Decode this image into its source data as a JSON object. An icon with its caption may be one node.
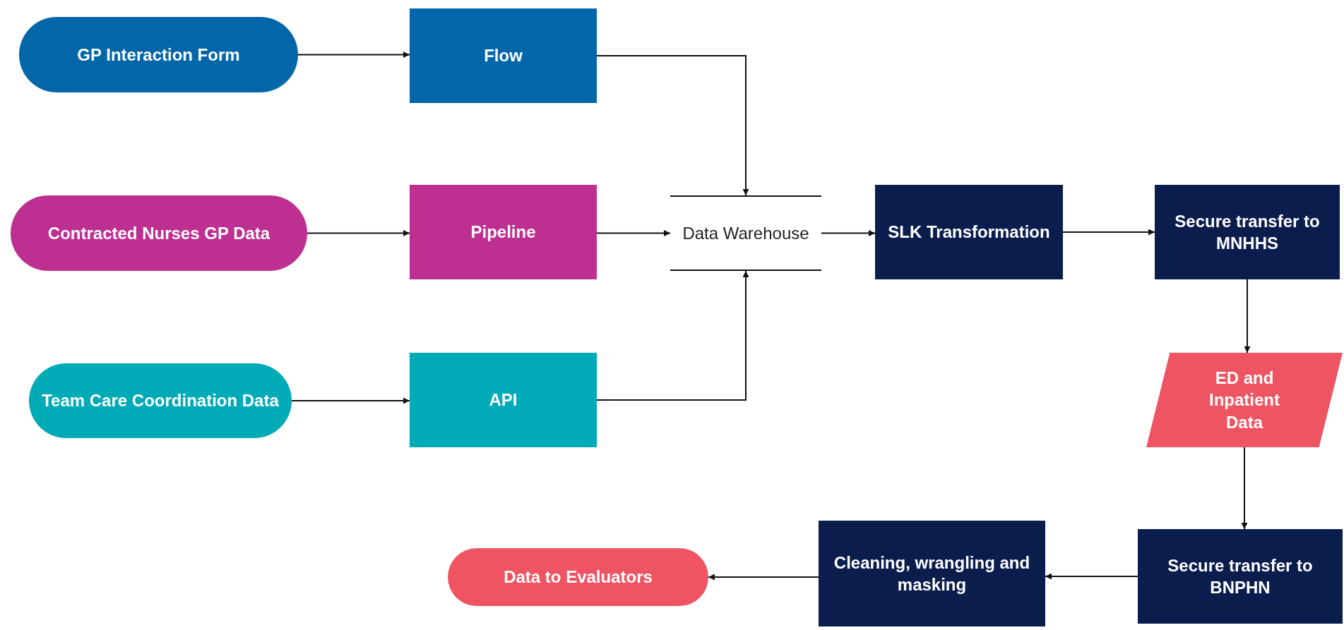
{
  "diagram": {
    "nodes": [
      {
        "text": [
          "GP Interaction Form"
        ]
      },
      {
        "text": [
          "Flow"
        ]
      },
      {
        "text": [
          "Contracted Nurses GP Data"
        ]
      },
      {
        "text": [
          "Pipeline"
        ]
      },
      {
        "text": [
          "Data Warehouse"
        ]
      },
      {
        "text": [
          "SLK Transformation"
        ]
      },
      {
        "text": [
          "Secure transfer to MNHHS"
        ]
      },
      {
        "text": [
          "Team Care Coordination Data"
        ]
      },
      {
        "text": [
          "API"
        ]
      },
      {
        "text": [
          "ED and Inpatient Data"
        ]
      },
      {
        "text": [
          "Secure transfer to BNPHN"
        ]
      },
      {
        "text": [
          "Cleaning, wrangling and masking"
        ]
      },
      {
        "text": [
          "Data to Evaluators"
        ]
      }
    ],
    "edges": [
      {
        "from": 0,
        "to": 1,
        "arrow": "to"
      },
      {
        "from": 1,
        "to": 4,
        "arrow": "to"
      },
      {
        "from": 2,
        "to": 3,
        "arrow": "to"
      },
      {
        "from": 3,
        "to": 4,
        "arrow": "to"
      },
      {
        "from": 7,
        "to": 8,
        "arrow": "to"
      },
      {
        "from": 8,
        "to": 4,
        "arrow": "to"
      },
      {
        "from": 4,
        "to": 5,
        "arrow": "to"
      },
      {
        "from": 5,
        "to": 6,
        "arrow": "to"
      },
      {
        "from": 6,
        "to": 9,
        "arrow": "to"
      },
      {
        "from": 9,
        "to": 10,
        "arrow": "to"
      },
      {
        "from": 10,
        "to": 11,
        "arrow": "to"
      },
      {
        "from": 11,
        "to": 12,
        "arrow": "to"
      }
    ]
  }
}
